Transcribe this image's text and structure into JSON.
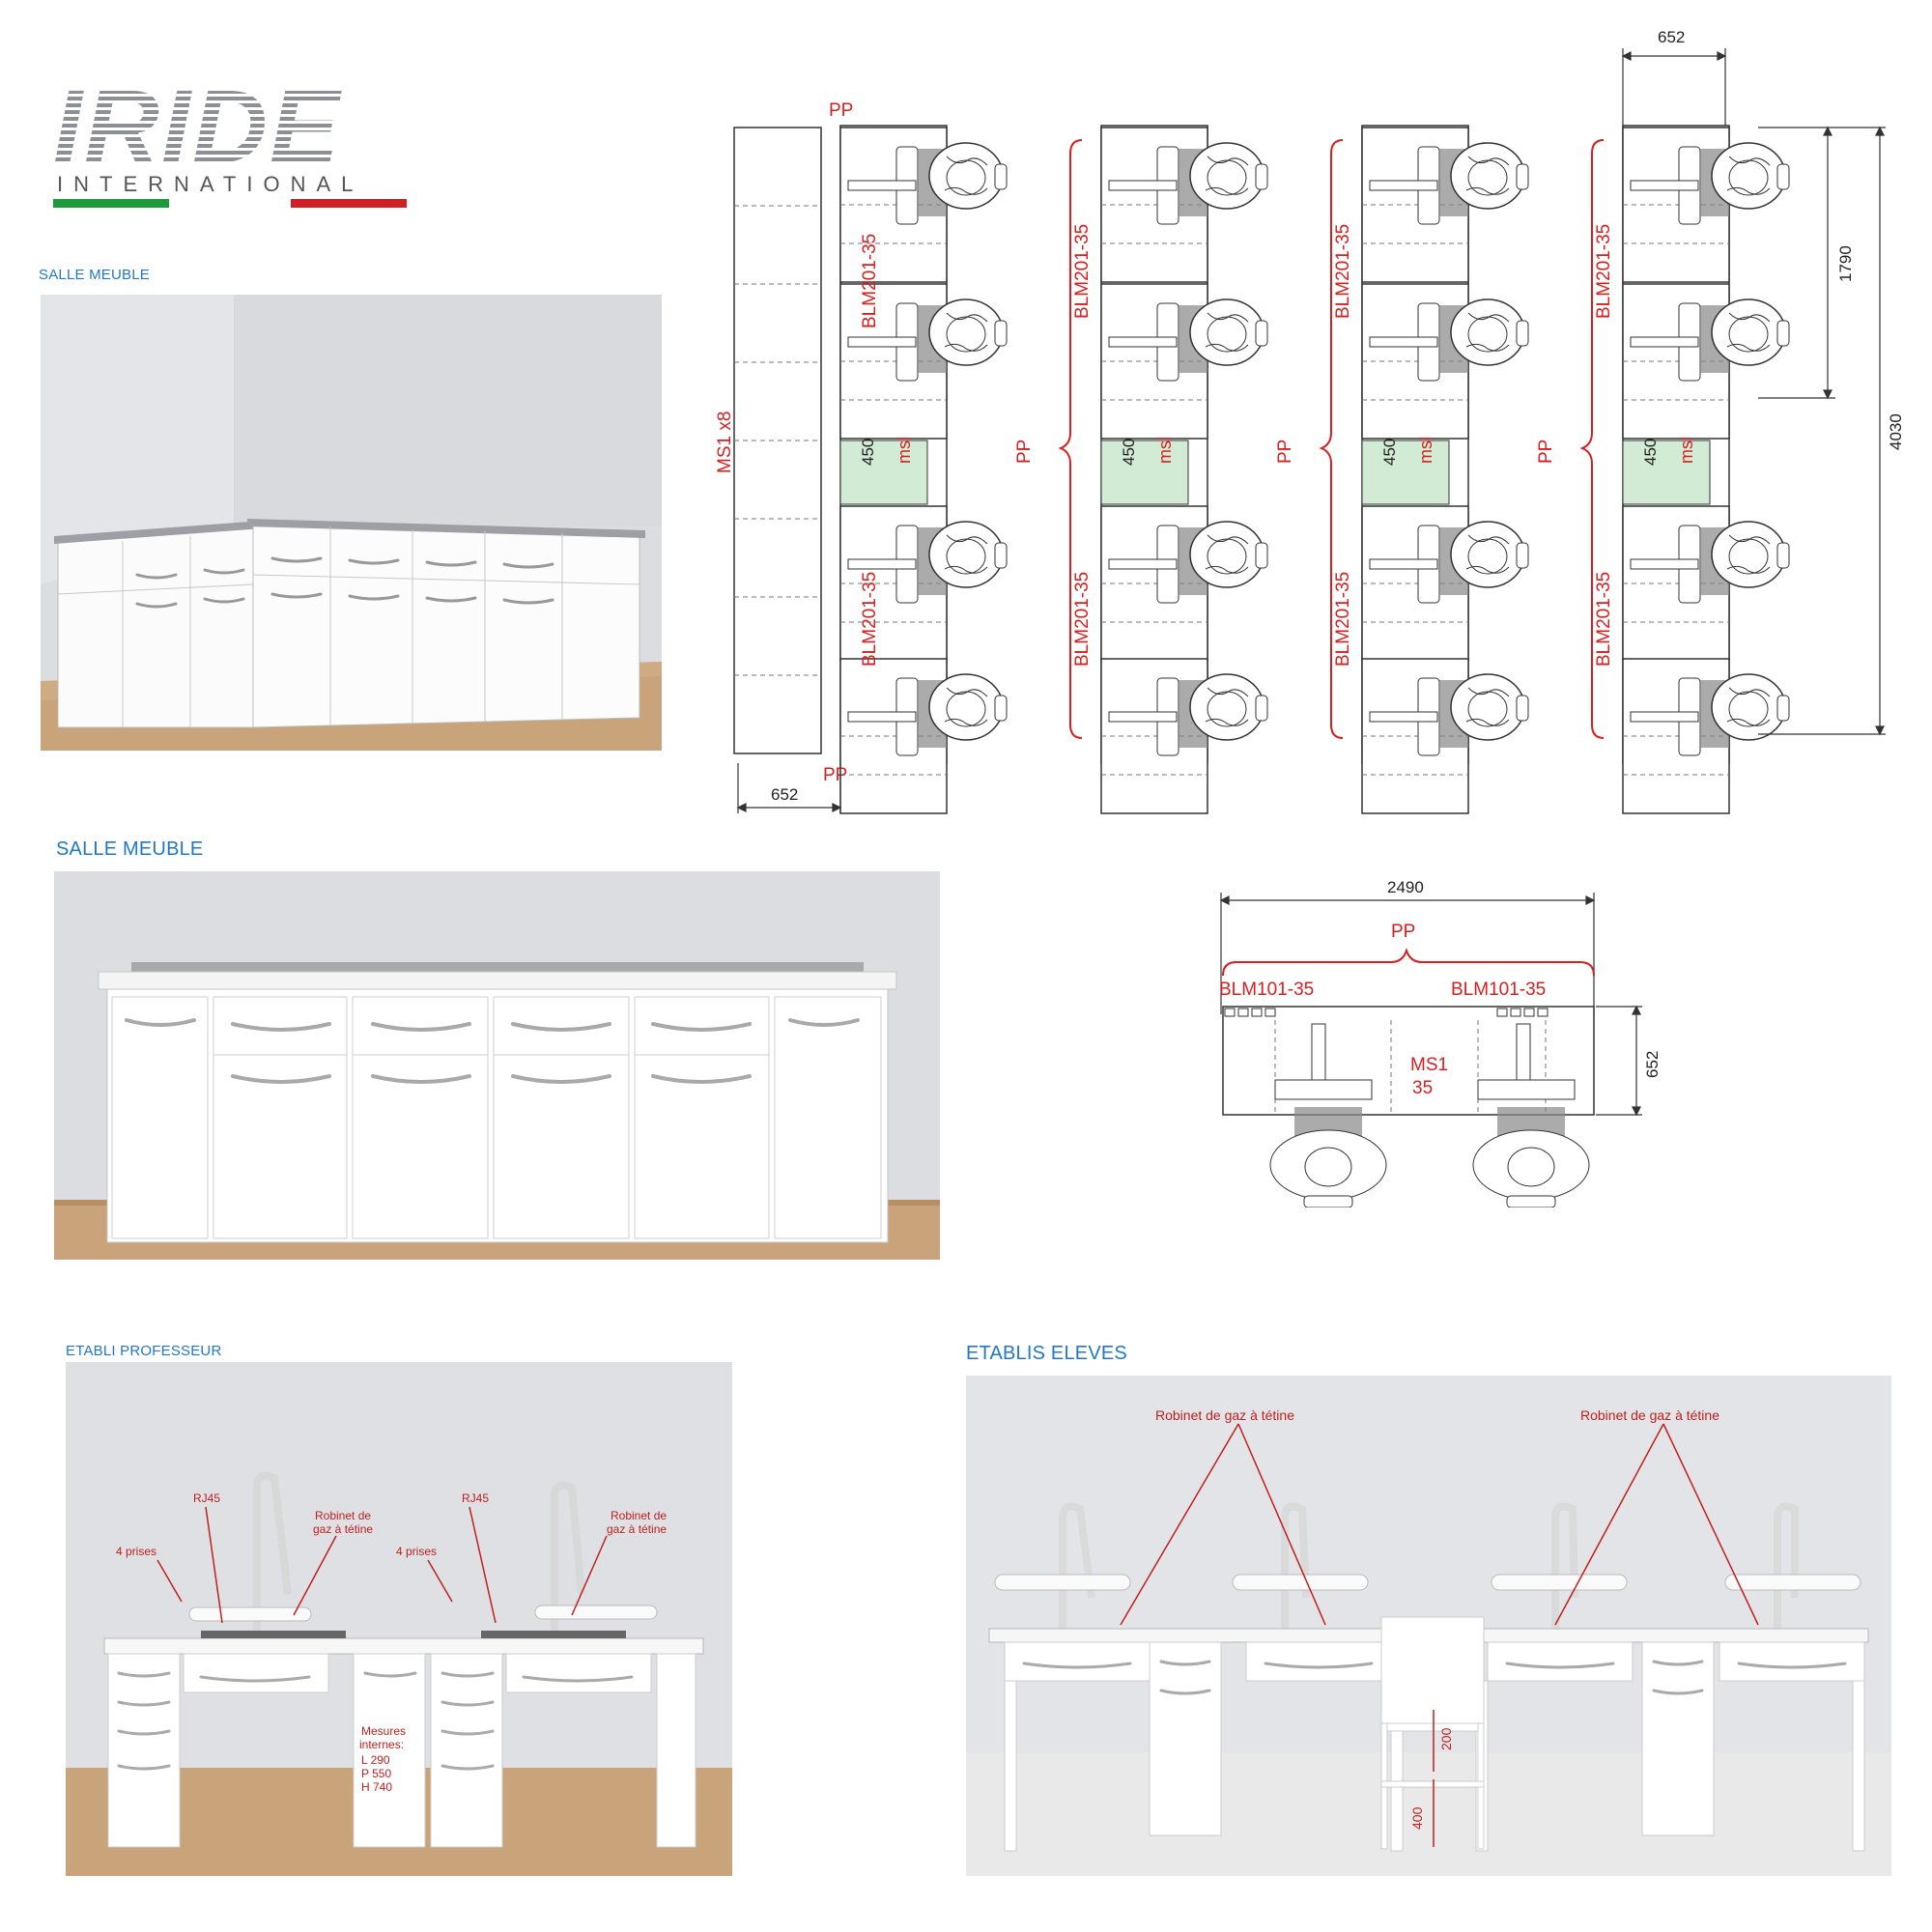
{
  "brand": {
    "name": "IRIDE",
    "sub": "INTERNATIONAL",
    "colors": {
      "green": "#1e9a3a",
      "red": "#d11f26",
      "stripe": "#8c8f96"
    }
  },
  "sections": {
    "salle_meuble_1": "SALLE MEUBLE",
    "salle_meuble_2": "SALLE MEUBLE",
    "etabli_professeur": "ETABLI PROFESSEUR",
    "etablis_eleves": "ETABLIS ELEVES"
  },
  "plan_top": {
    "dim_width_left": "652",
    "dim_width_right": "652",
    "dim_height_total": "4030",
    "dim_height_block": "1790",
    "pp_top": "PP",
    "pp_bottom": "PP",
    "ms1_label": "MS1 x8",
    "module_label": "BLM201-35",
    "pp_group": "PP",
    "gap_width": "450",
    "gap_label": "msl"
  },
  "plan_bottom": {
    "dim_width": "2490",
    "dim_depth": "652",
    "pp_group": "PP",
    "module_left": "BLM101-35",
    "module_right": "BLM101-35",
    "ms1_line1": "MS1",
    "ms1_line2": "35"
  },
  "professor_annotations": {
    "rj45": "RJ45",
    "prises": "4 prises",
    "robinet_line1": "Robinet de",
    "robinet_line2": "gaz à tétine",
    "mesures_title_1": "Mesures",
    "mesures_title_2": "internes:",
    "mesure_l": "L 290",
    "mesure_p": "P 550",
    "mesure_h": "H 740"
  },
  "student_annotations": {
    "robinet_left": "Robinet de gaz à tétine",
    "robinet_right": "Robinet de gaz à tétine",
    "dim_200": "200",
    "dim_400": "400"
  }
}
